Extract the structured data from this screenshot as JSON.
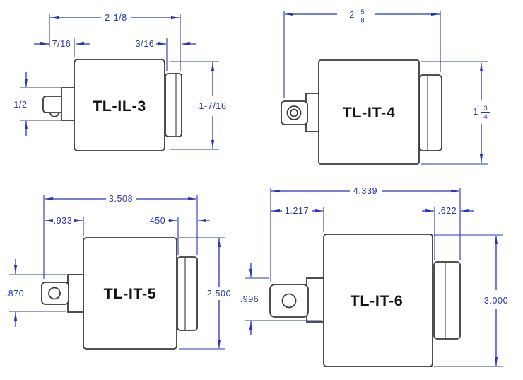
{
  "colors": {
    "background": "#ffffff",
    "dimension_color": "#2b35b5",
    "outline_color": "#3b3b3b",
    "label_color": "#111111"
  },
  "drawings": [
    {
      "id": "tl-il-3",
      "label": "TL-IL-3",
      "dims": {
        "total_width": "2-1/8",
        "left_offset": "7/16",
        "collar_width": "3/16",
        "drive_height": "1/2",
        "body_height": "1-7/16"
      }
    },
    {
      "id": "tl-it-4",
      "label": "TL-IT-4",
      "dims": {
        "total_width": {
          "whole": "2",
          "num": "5",
          "den": "8"
        },
        "body_height": {
          "whole": "1",
          "num": "3",
          "den": "4"
        }
      }
    },
    {
      "id": "tl-it-5",
      "label": "TL-IT-5",
      "dims": {
        "total_width": "3.508",
        "left_offset": ".933",
        "collar_width": ".450",
        "drive_height": ".870",
        "body_height": "2.500"
      }
    },
    {
      "id": "tl-it-6",
      "label": "TL-IT-6",
      "dims": {
        "total_width": "4.339",
        "left_offset": "1.217",
        "collar_width": ".622",
        "drive_height": ".996",
        "body_height": "3.000"
      }
    }
  ]
}
